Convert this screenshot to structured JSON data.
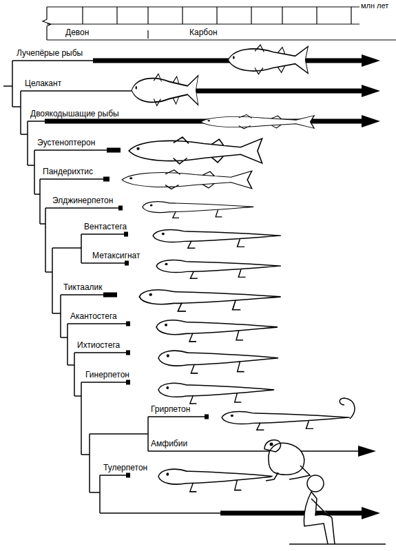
{
  "diagram": {
    "labels": [
      "млн лет",
      "Девон",
      "Карбон",
      "Лучепёрые рыбы",
      "Целакант",
      "Двоякодышащие рыбы",
      "Эустеноптерон",
      "Пандерихтис",
      "Элджинерпетон",
      "Вентастега",
      "Метаксигнат",
      "Тиктаалик",
      "Акантостега",
      "Ихтиостега",
      "Гинерпетон",
      "Грирпетон",
      "Амфибии",
      "Тулерпетон"
    ]
  }
}
